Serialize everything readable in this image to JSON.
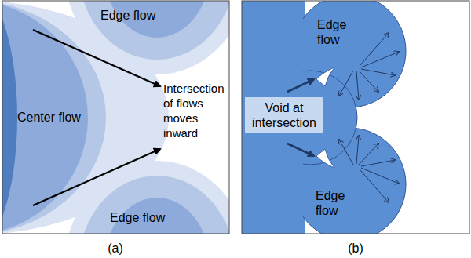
{
  "diagram": {
    "nodes": [
      {
        "text": [
          "Edge flow"
        ]
      },
      {
        "text": [
          "Center flow"
        ]
      },
      {
        "text": [
          "Edge flow"
        ]
      },
      {
        "text": [
          "Edge flow"
        ]
      },
      {
        "text": [
          "Void at intersection"
        ]
      },
      {
        "text": [
          "Edge flow"
        ]
      }
    ],
    "labels": [
      "Intersection of flows moves inward",
      "(a)",
      "(b)"
    ]
  }
}
